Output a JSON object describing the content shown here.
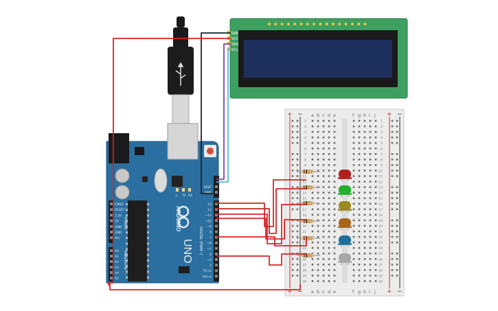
{
  "lcd": {
    "pins": [
      "GND",
      "VCC",
      "SDA",
      "SCL"
    ]
  },
  "arduino": {
    "brand": "ARDUINO",
    "model": "UNO",
    "power_header": [
      "IOREF",
      "RESET",
      "3.3V",
      "5V",
      "GND",
      "GND",
      "Vin"
    ],
    "power_label": "POWER",
    "analog_header": [
      "A0",
      "A1",
      "A2",
      "A3",
      "A4",
      "A5"
    ],
    "analog_label": "ANALOG IN",
    "digital_top": [
      "AREF",
      "GND"
    ],
    "digital_pins": [
      "13",
      "12",
      "~11",
      "~10",
      "~9",
      "8",
      "7",
      "~6",
      "~5",
      "4",
      "~3",
      "2",
      "TX→1",
      "RX←0"
    ],
    "digital_label": "DIGITAL (PWM~)",
    "indicator_labels": [
      "L",
      "TX",
      "RX"
    ]
  },
  "breadboard": {
    "col_letters_left": [
      "a",
      "b",
      "c",
      "d",
      "e"
    ],
    "col_letters_right": [
      "f",
      "g",
      "h",
      "i",
      "j"
    ],
    "rows": [
      "1",
      "2",
      "3",
      "4",
      "5",
      "6",
      "7",
      "8",
      "9",
      "10",
      "11",
      "12",
      "13",
      "14",
      "15",
      "16",
      "17",
      "18",
      "19",
      "20",
      "21",
      "22",
      "23",
      "24",
      "25",
      "26",
      "27",
      "28",
      "29",
      "30"
    ],
    "plus": "+",
    "minus": "−"
  },
  "leds": [
    {
      "name": "led-red",
      "color": "#b01e1e"
    },
    {
      "name": "led-green",
      "color": "#22b02a"
    },
    {
      "name": "led-olive",
      "color": "#9a8a1e"
    },
    {
      "name": "led-orange",
      "color": "#a5651b"
    },
    {
      "name": "led-blue",
      "color": "#1f6e9a"
    },
    {
      "name": "led-white",
      "color": "#a8a8a8"
    }
  ],
  "colors": {
    "board": "#2a6fa0",
    "lcd_pcb": "#3ea060",
    "lcd_screen": "#1d2f5c",
    "wire_red": "#d42424",
    "wire_black": "#222222",
    "wire_purple": "#7a4aa6",
    "wire_cyan": "#58b8d8"
  }
}
